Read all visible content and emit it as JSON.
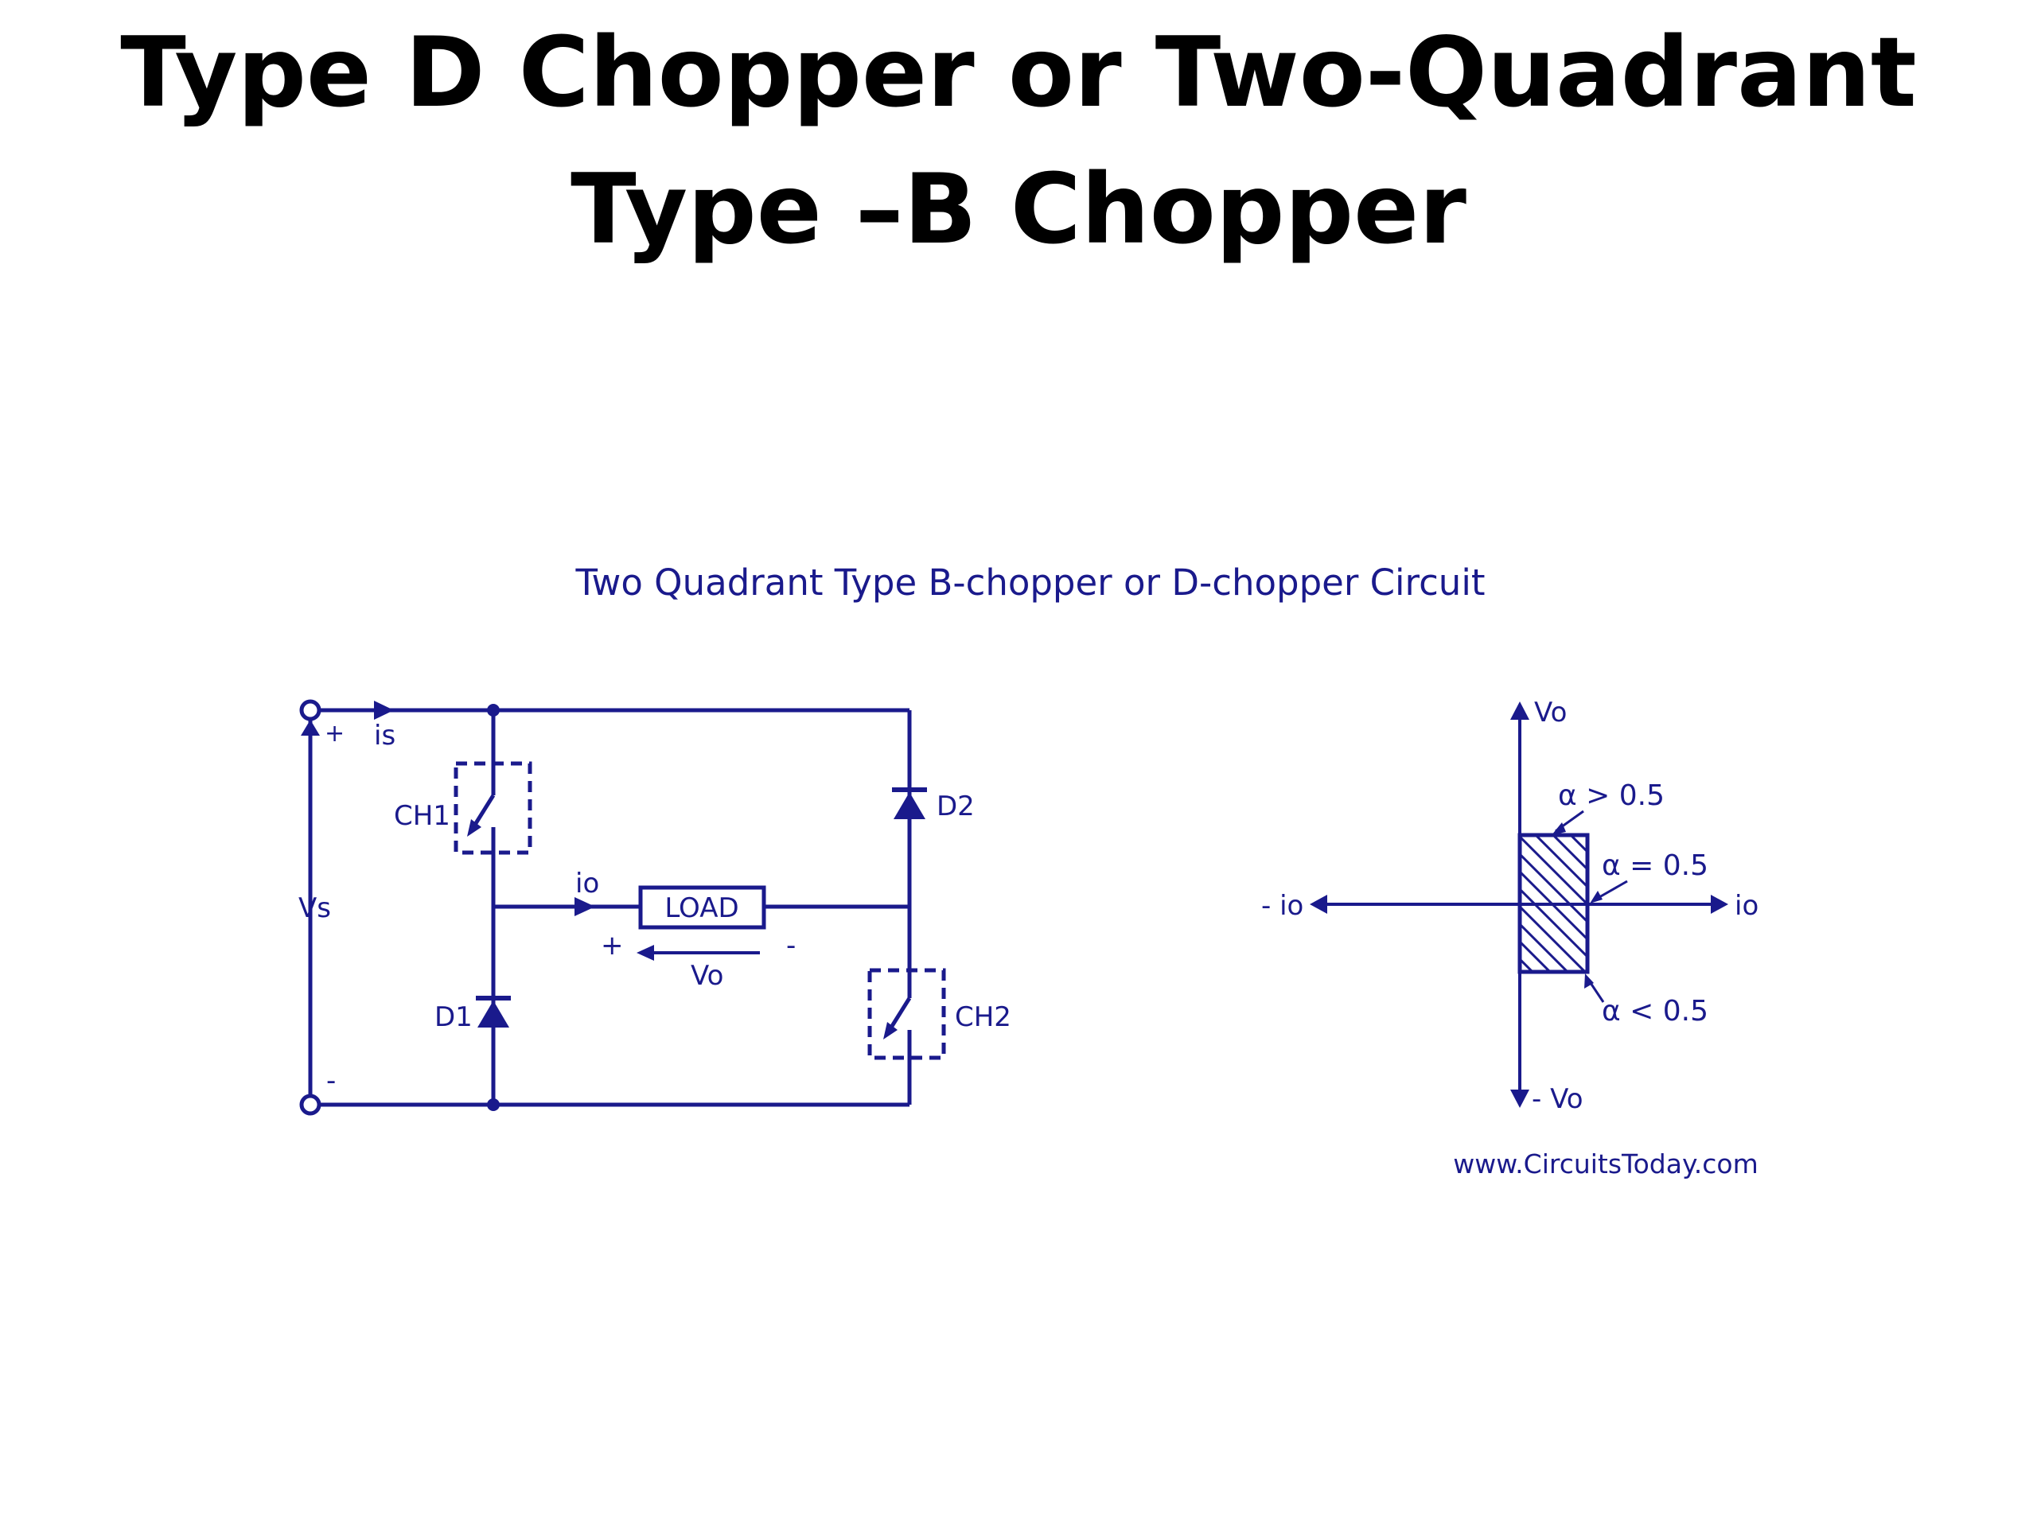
{
  "slide": {
    "title_line1": "Type D Chopper or Two-Quadrant",
    "title_line2": "Type –B Chopper"
  },
  "diagram": {
    "caption": "Two Quadrant Type B-chopper or D-chopper Circuit",
    "circuit": {
      "plus": "+",
      "minus": "-",
      "source_current": "is",
      "source_voltage": "Vs",
      "ch1": "CH1",
      "ch2": "CH2",
      "d1": "D1",
      "d2": "D2",
      "load": "LOAD",
      "load_current": "io",
      "load_plus": "+",
      "load_minus": "-",
      "load_voltage": "Vo"
    },
    "quadrant": {
      "y_pos": "Vo",
      "y_neg": "- Vo",
      "x_pos": "io",
      "x_neg": "- io",
      "alpha_gt": "α > 0.5",
      "alpha_eq": "α = 0.5",
      "alpha_lt": "α < 0.5"
    },
    "watermark": "www.CircuitsToday.com",
    "colors": {
      "ink": "#1a1a8c",
      "title": "#000000",
      "background": "#ffffff"
    }
  }
}
